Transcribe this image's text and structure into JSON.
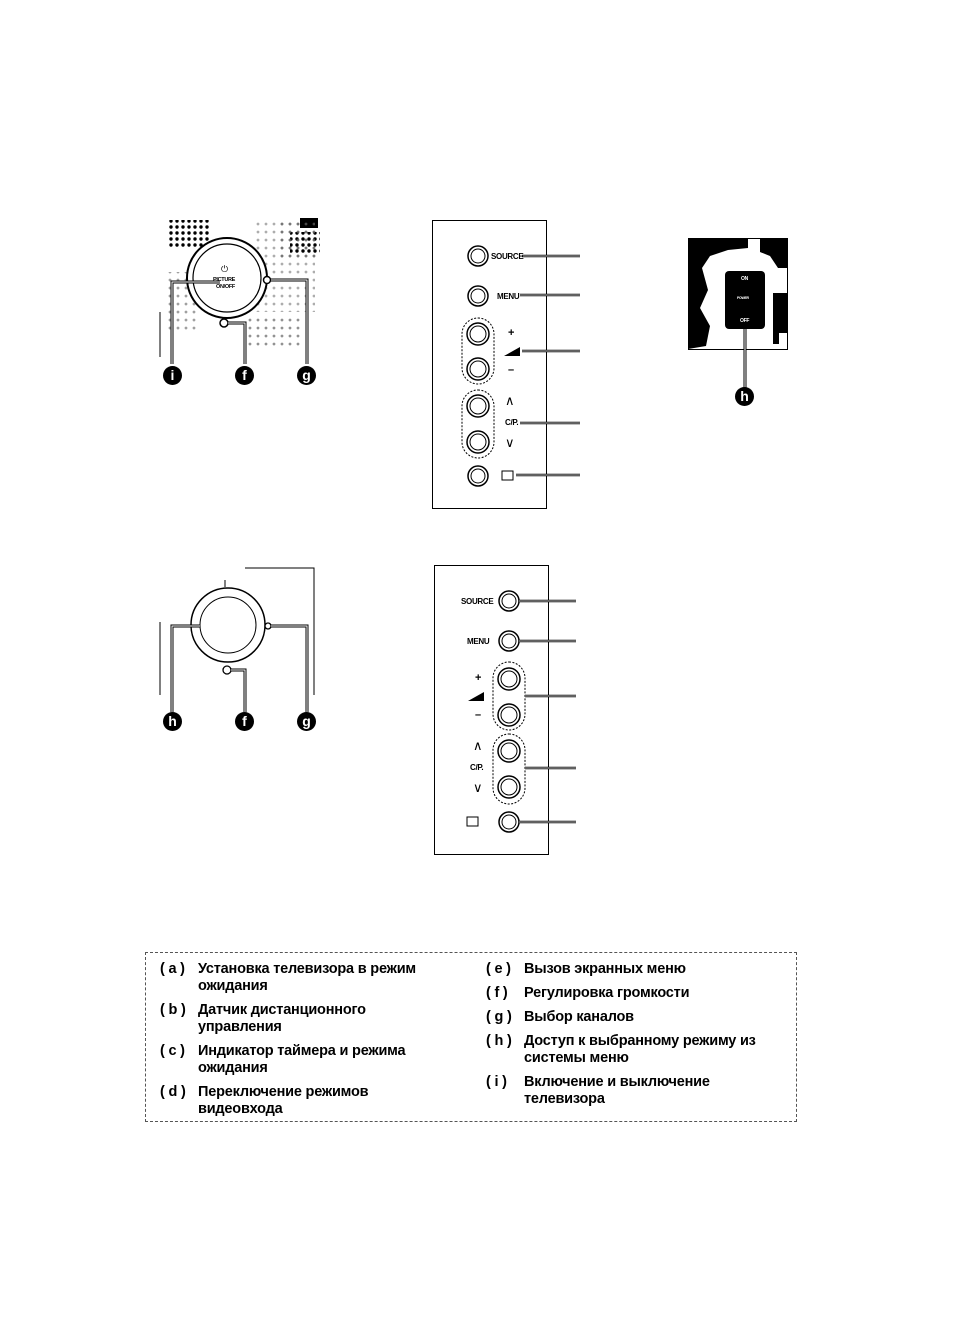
{
  "panel_a": {
    "top_label": "SOURCE",
    "menu_label": "MENU",
    "plus": "+",
    "minus": "–",
    "channel_label": "C/P.",
    "up": "∧",
    "down": "∨"
  },
  "panel_b": {
    "top_label": "SOURCE",
    "menu_label": "MENU",
    "plus": "+",
    "minus": "–",
    "channel_label": "C/P.",
    "up": "∧",
    "down": "∨"
  },
  "dial_top": {
    "label_line1": "PICTURE",
    "label_line2": "ON/OFF",
    "badges": [
      "i",
      "f",
      "g"
    ]
  },
  "dial_bottom": {
    "badges": [
      "h",
      "f",
      "g"
    ]
  },
  "power_switch": {
    "on": "ON",
    "power": "POWER",
    "off": "OFF",
    "badge": "h"
  },
  "legend": {
    "left": [
      {
        "key": "( a )",
        "text": "Установка телевизора в режим ожидания"
      },
      {
        "key": "( b )",
        "text": "Датчик дистанционного управления"
      },
      {
        "key": "( c )",
        "text": "Индикатор таймера и режима ожидания"
      },
      {
        "key": "( d )",
        "text": "Переключение режимов видеовхода"
      }
    ],
    "right": [
      {
        "key": "( e )",
        "text": "Вызов экранных меню"
      },
      {
        "key": "( f )",
        "text": "Регулировка громкости"
      },
      {
        "key": "( g )",
        "text": "Выбор каналов"
      },
      {
        "key": "( h )",
        "text": "Доступ к выбранному режиму из системы меню"
      },
      {
        "key": "( i )",
        "text": "Включение и выключение телевизора"
      }
    ]
  }
}
